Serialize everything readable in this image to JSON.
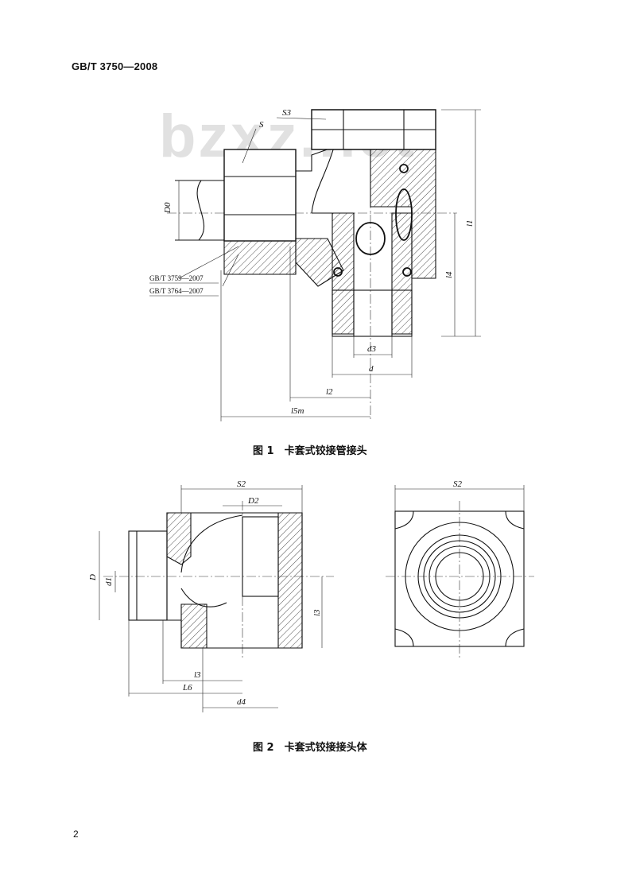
{
  "header": {
    "standard": "GB/T 3750—2008"
  },
  "watermark": "bzxz.net",
  "figure1": {
    "caption": "图 1　卡套式铰接管接头",
    "labels": {
      "s3": "S3",
      "s": "S",
      "d0": "D0",
      "l1": "l1",
      "l4": "l4",
      "d3": "d3",
      "d": "d",
      "l2": "l2",
      "l5": "l5m",
      "std1": "GB/T 3759—2007",
      "std2": "GB/T 3764—2007"
    }
  },
  "figure2": {
    "caption": "图 2　卡套式铰接接头体",
    "labels": {
      "s2": "S2",
      "d2": "D2",
      "d_big": "D",
      "d1": "d1",
      "l3": "l3",
      "l3b": "l3",
      "l6": "L6",
      "d4": "d4",
      "s2b": "S2"
    }
  },
  "page": {
    "number": "2"
  }
}
